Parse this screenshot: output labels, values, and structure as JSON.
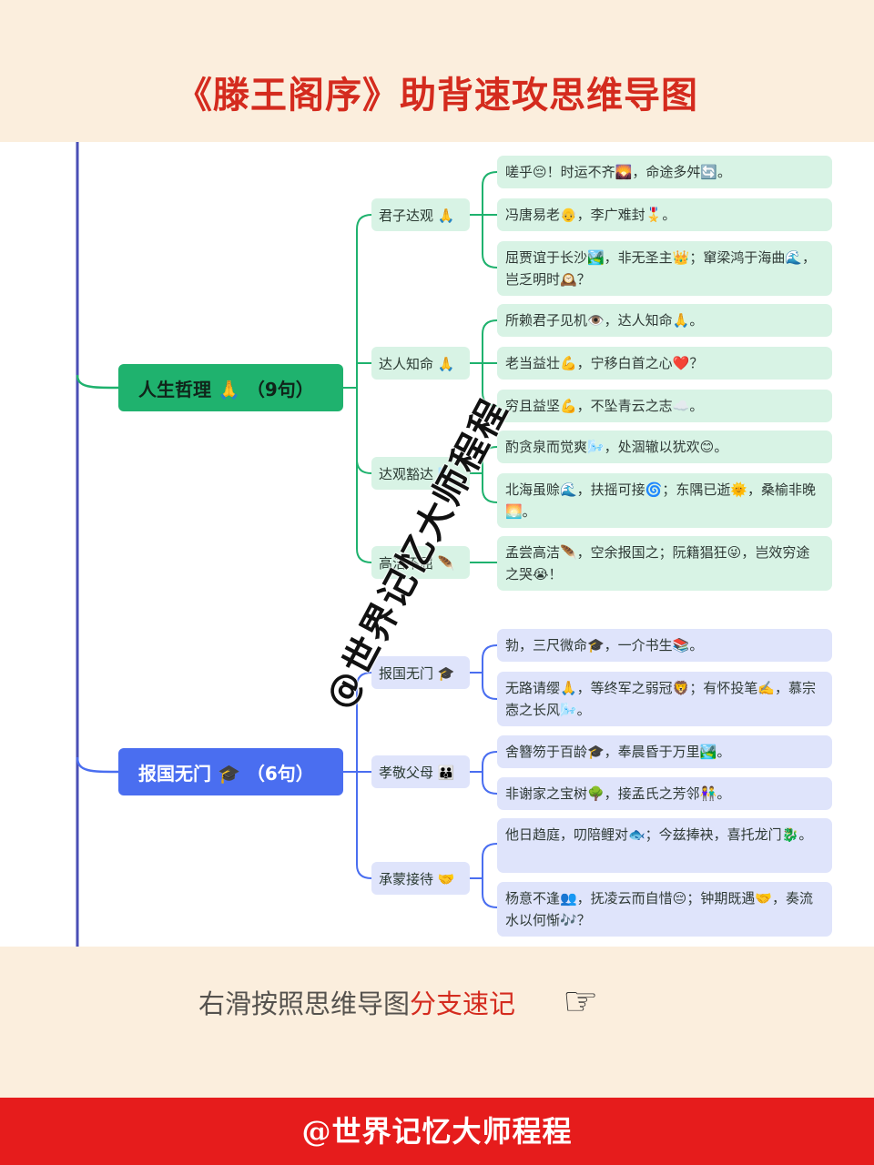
{
  "title": "《滕王阁序》助背速攻思维导图",
  "watermark": "@世界记忆大师程程",
  "hint": {
    "text": "右滑按照思维导图",
    "highlight": "分支速记",
    "icon": "pointing-hand-icon"
  },
  "footer": "@世界记忆大师程程",
  "colors": {
    "title_red": "#d42b1e",
    "green": "#1fb26e",
    "blue": "#4a6ef0",
    "footer_red": "#e61c1c"
  },
  "branches": [
    {
      "label": "人生哲理 🙏 （9句）",
      "subs": [
        {
          "label": "君子达观 🙏",
          "items": [
            "嗟乎😔！时运不齐🌄，命途多舛🔄。",
            "冯唐易老👴，李广难封🎖️。",
            "屈贾谊于长沙🏞️，非无圣主👑；窜梁鸿于海曲🌊，岂乏明时🕰️？"
          ]
        },
        {
          "label": "达人知命 🙏",
          "items": [
            "所赖君子见机👁️，达人知命🙏。",
            "老当益壮💪，宁移白首之心❤️？",
            "穷且益坚💪，不坠青云之志☁️。"
          ]
        },
        {
          "label": "达观豁达 🌬️",
          "items": [
            "酌贪泉而觉爽🌬️，处涸辙以犹欢😊。",
            "北海虽赊🌊，扶摇可接🌀；东隅已逝🌞，桑榆非晚🌅。"
          ]
        },
        {
          "label": "高洁不屈 🪶",
          "items": [
            "孟尝高洁🪶，空余报国之；阮籍猖狂😜，岂效穷途之哭😭！"
          ]
        }
      ]
    },
    {
      "label": "报国无门 🎓 （6句）",
      "subs": [
        {
          "label": "报国无门 🎓",
          "items": [
            "勃，三尺微命🎓，一介书生📚。",
            "无路请缨🙏，等终军之弱冠🦁；有怀投笔✍️，慕宗悫之长风🌬️。"
          ]
        },
        {
          "label": "孝敬父母 👪",
          "items": [
            "舍簪笏于百龄🎓，奉晨昏于万里🏞️。",
            "非谢家之宝树🌳，接孟氏之芳邻👫。"
          ]
        },
        {
          "label": "承蒙接待 🤝",
          "items": [
            "他日趋庭，叨陪鲤对🐟；今兹捧袂，喜托龙门🐉。",
            "杨意不逢👥，抚凌云而自惜😔；钟期既遇🤝，奏流水以何惭🎶？"
          ]
        }
      ]
    }
  ]
}
